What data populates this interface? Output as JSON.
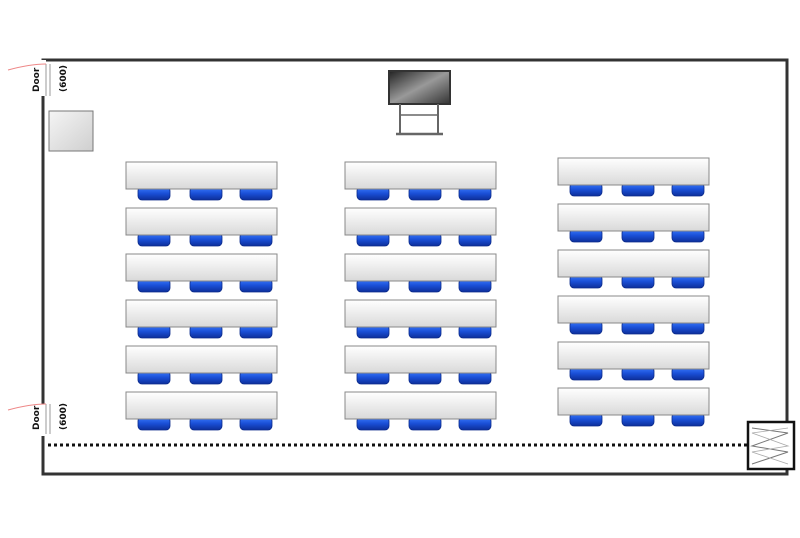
{
  "doors": [
    {
      "label_line1": "Door",
      "label_line2": "(600)"
    },
    {
      "label_line1": "Door",
      "label_line2": "(600)"
    }
  ],
  "layout": {
    "table_blocks": 3,
    "rows_per_block": 6,
    "chairs_per_table": 3,
    "total_tables": 18,
    "total_chairs": 54
  },
  "colors": {
    "wall": "#333333",
    "table_fill": "#f2f2f2",
    "table_stroke": "#888888",
    "chair": "#1a4fd6",
    "chair_highlight": "#3a7bff",
    "screen": "#555555"
  },
  "icons": [
    "tv-screen-icon",
    "cabinet-icon",
    "door-swing-icon",
    "stairs-icon"
  ]
}
